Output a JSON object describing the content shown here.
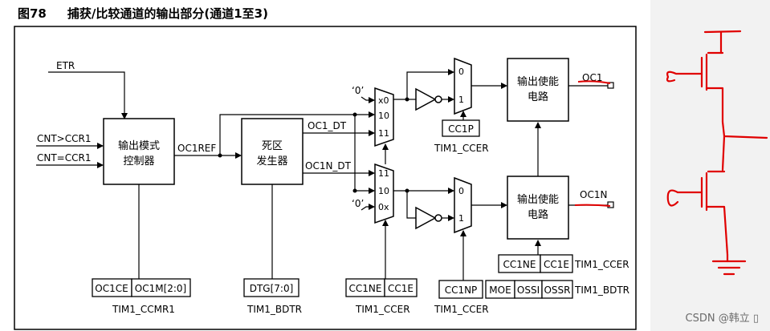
{
  "figure": {
    "number": "图78",
    "title": "捕获/比较通道的输出部分(通道1至3)"
  },
  "inputs": {
    "etr": "ETR",
    "cnt_gt": "CNT>CCR1",
    "cnt_eq": "CNT=CCR1",
    "zero_top": "‘0’",
    "zero_bottom": "‘0’"
  },
  "blocks": {
    "output_mode": [
      "输出模式",
      "控制器"
    ],
    "deadtime": [
      "死区",
      "发生器"
    ],
    "enable_top": [
      "输出使能",
      "电路"
    ],
    "enable_bottom": [
      "输出使能",
      "电路"
    ]
  },
  "signals": {
    "oc1ref": "OC1REF",
    "oc1_dt": "OC1_DT",
    "oc1n_dt": "OC1N_DT",
    "oc1": "OC1",
    "oc1n": "OC1N"
  },
  "mux_labels": {
    "top": [
      "x0",
      "10",
      "11"
    ],
    "bottom": [
      "11",
      "10",
      "0x"
    ],
    "sel_top": [
      "0",
      "1"
    ],
    "sel_bottom": [
      "0",
      "1"
    ]
  },
  "registers": {
    "ccmr1_fields": [
      "OC1CE",
      "OC1M[2:0]"
    ],
    "ccmr1_name": "TIM1_CCMR1",
    "bdtr_dtg_field": "DTG[7:0]",
    "bdtr_dtg_name": "TIM1_BDTR",
    "ccer_mux_fields": [
      "CC1NE",
      "CC1E"
    ],
    "ccer_mux_name": "TIM1_CCER",
    "cc1p_field": "CC1P",
    "cc1p_name": "TIM1_CCER",
    "cc1np_field": "CC1NP",
    "cc1np_name": "TIM1_CCER",
    "ccer_en_fields": [
      "CC1NE",
      "CC1E"
    ],
    "ccer_en_name": "TIM1_CCER",
    "bdtr_en_fields": [
      "MOE",
      "OSSI",
      "OSSR"
    ],
    "bdtr_en_name": "TIM1_BDTR"
  },
  "watermark": "CSDN @韩立  ▯",
  "colors": {
    "annotation_red": "#e00000",
    "right_panel_bg": "#f2f2f2"
  }
}
